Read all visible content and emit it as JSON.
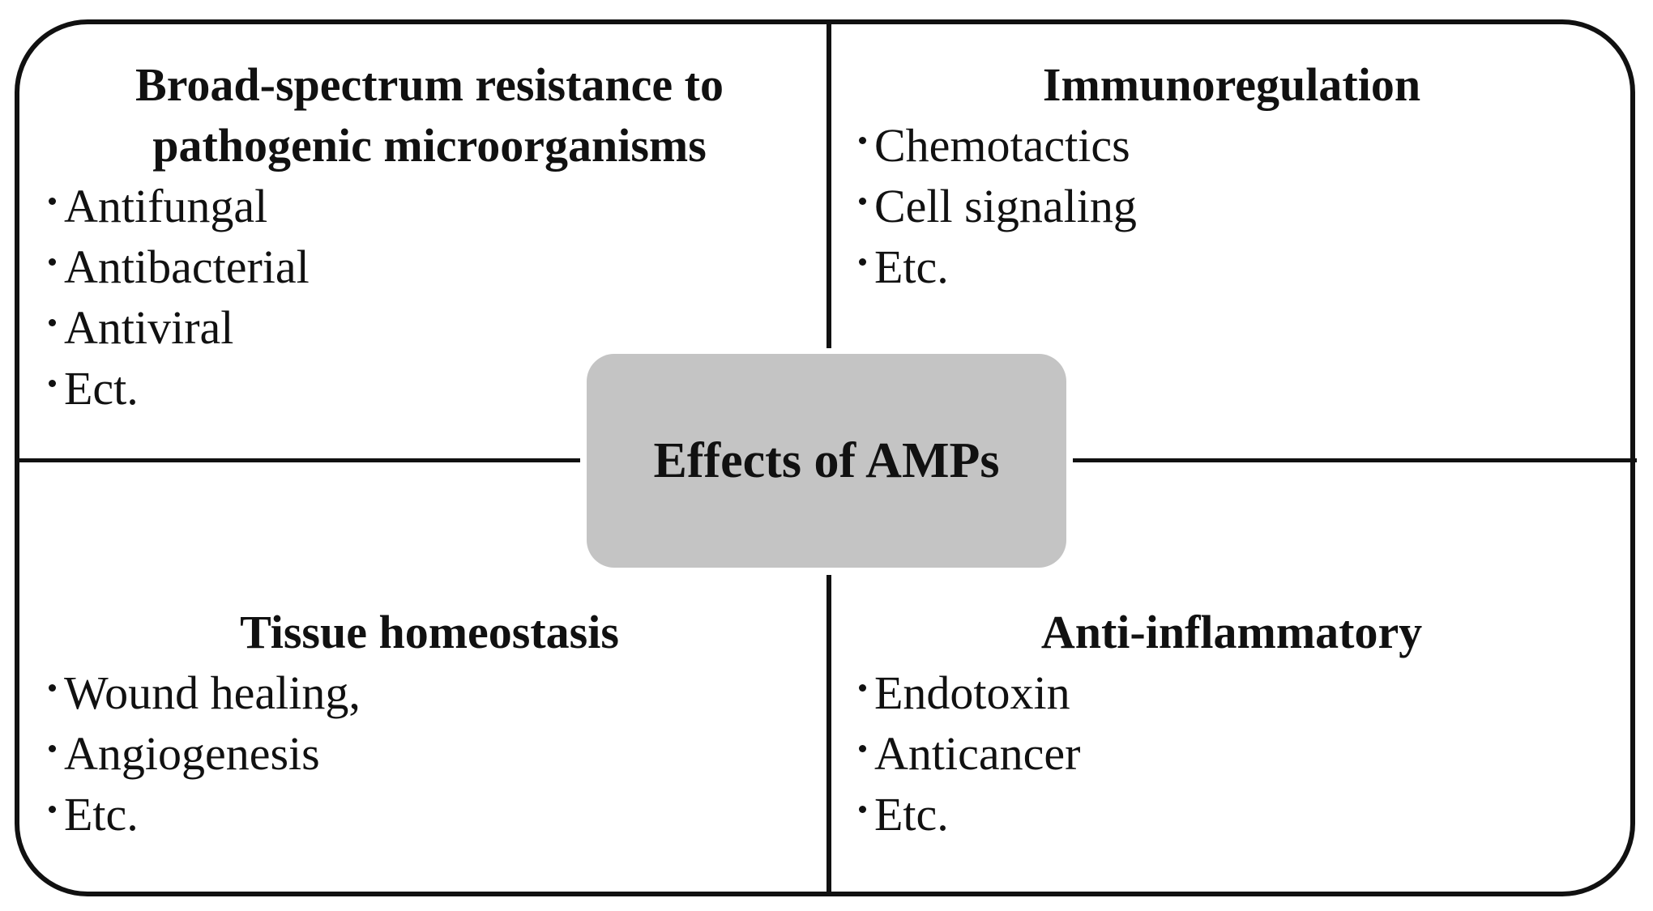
{
  "center": {
    "label": "Effects of AMPs"
  },
  "quadrants": {
    "top_left": {
      "title_line1": "Broad-spectrum resistance to",
      "title_line2": "pathogenic microorganisms",
      "items": [
        "Antifungal",
        "Antibacterial",
        "Antiviral",
        "Ect."
      ]
    },
    "top_right": {
      "title": "Immunoregulation",
      "items": [
        "Chemotactics",
        "Cell signaling",
        "Etc."
      ]
    },
    "bottom_left": {
      "title": "Tissue homeostasis",
      "items": [
        "Wound healing,",
        "Angiogenesis",
        "Etc."
      ]
    },
    "bottom_right": {
      "title": "Anti-inflammatory",
      "items": [
        "Endotoxin",
        "Anticancer",
        "Etc."
      ]
    }
  },
  "colors": {
    "center_fill": "#c4c4c4",
    "stroke": "#111111",
    "background": "#ffffff"
  }
}
